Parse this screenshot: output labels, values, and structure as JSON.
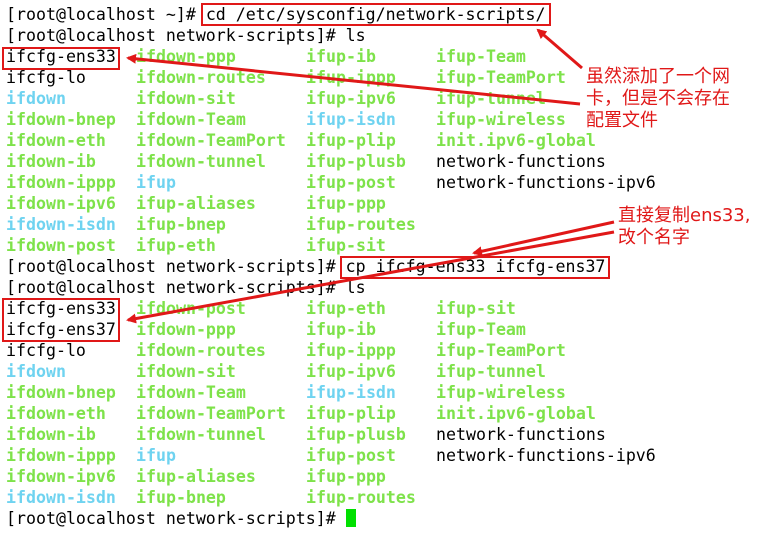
{
  "terminal": {
    "prompt_home": "[root@localhost ~]# ",
    "cmd1": "cd /etc/sysconfig/network-scripts/",
    "prompt_ns": "[root@localhost network-scripts]# ",
    "cmd_ls": "ls",
    "cmd2": "cp ifcfg-ens33 ifcfg-ens37",
    "listing1": [
      [
        {
          "t": "ifcfg-ens33",
          "c": "plain"
        },
        {
          "t": "ifdown-ppp",
          "c": "green"
        },
        {
          "t": "ifup-ib",
          "c": "green"
        },
        {
          "t": "ifup-Team",
          "c": "green"
        }
      ],
      [
        {
          "t": "ifcfg-lo",
          "c": "plain"
        },
        {
          "t": "ifdown-routes",
          "c": "green"
        },
        {
          "t": "ifup-ippp",
          "c": "green"
        },
        {
          "t": "ifup-TeamPort",
          "c": "green"
        }
      ],
      [
        {
          "t": "ifdown",
          "c": "cyan"
        },
        {
          "t": "ifdown-sit",
          "c": "green"
        },
        {
          "t": "ifup-ipv6",
          "c": "green"
        },
        {
          "t": "ifup-tunnel",
          "c": "green"
        }
      ],
      [
        {
          "t": "ifdown-bnep",
          "c": "green"
        },
        {
          "t": "ifdown-Team",
          "c": "green"
        },
        {
          "t": "ifup-isdn",
          "c": "cyan"
        },
        {
          "t": "ifup-wireless",
          "c": "green"
        }
      ],
      [
        {
          "t": "ifdown-eth",
          "c": "green"
        },
        {
          "t": "ifdown-TeamPort",
          "c": "green"
        },
        {
          "t": "ifup-plip",
          "c": "green"
        },
        {
          "t": "init.ipv6-global",
          "c": "green"
        }
      ],
      [
        {
          "t": "ifdown-ib",
          "c": "green"
        },
        {
          "t": "ifdown-tunnel",
          "c": "green"
        },
        {
          "t": "ifup-plusb",
          "c": "green"
        },
        {
          "t": "network-functions",
          "c": "plain"
        }
      ],
      [
        {
          "t": "ifdown-ippp",
          "c": "green"
        },
        {
          "t": "ifup",
          "c": "cyan"
        },
        {
          "t": "ifup-post",
          "c": "green"
        },
        {
          "t": "network-functions-ipv6",
          "c": "plain"
        }
      ],
      [
        {
          "t": "ifdown-ipv6",
          "c": "green"
        },
        {
          "t": "ifup-aliases",
          "c": "green"
        },
        {
          "t": "ifup-ppp",
          "c": "green"
        },
        {
          "t": "",
          "c": "plain"
        }
      ],
      [
        {
          "t": "ifdown-isdn",
          "c": "cyan"
        },
        {
          "t": "ifup-bnep",
          "c": "green"
        },
        {
          "t": "ifup-routes",
          "c": "green"
        },
        {
          "t": "",
          "c": "plain"
        }
      ],
      [
        {
          "t": "ifdown-post",
          "c": "green"
        },
        {
          "t": "ifup-eth",
          "c": "green"
        },
        {
          "t": "ifup-sit",
          "c": "green"
        },
        {
          "t": "",
          "c": "plain"
        }
      ]
    ],
    "listing2": [
      [
        {
          "t": "ifcfg-ens33",
          "c": "plain"
        },
        {
          "t": "ifdown-post",
          "c": "green"
        },
        {
          "t": "ifup-eth",
          "c": "green"
        },
        {
          "t": "ifup-sit",
          "c": "green"
        }
      ],
      [
        {
          "t": "ifcfg-ens37",
          "c": "plain"
        },
        {
          "t": "ifdown-ppp",
          "c": "green"
        },
        {
          "t": "ifup-ib",
          "c": "green"
        },
        {
          "t": "ifup-Team",
          "c": "green"
        }
      ],
      [
        {
          "t": "ifcfg-lo",
          "c": "plain"
        },
        {
          "t": "ifdown-routes",
          "c": "green"
        },
        {
          "t": "ifup-ippp",
          "c": "green"
        },
        {
          "t": "ifup-TeamPort",
          "c": "green"
        }
      ],
      [
        {
          "t": "ifdown",
          "c": "cyan"
        },
        {
          "t": "ifdown-sit",
          "c": "green"
        },
        {
          "t": "ifup-ipv6",
          "c": "green"
        },
        {
          "t": "ifup-tunnel",
          "c": "green"
        }
      ],
      [
        {
          "t": "ifdown-bnep",
          "c": "green"
        },
        {
          "t": "ifdown-Team",
          "c": "green"
        },
        {
          "t": "ifup-isdn",
          "c": "cyan"
        },
        {
          "t": "ifup-wireless",
          "c": "green"
        }
      ],
      [
        {
          "t": "ifdown-eth",
          "c": "green"
        },
        {
          "t": "ifdown-TeamPort",
          "c": "green"
        },
        {
          "t": "ifup-plip",
          "c": "green"
        },
        {
          "t": "init.ipv6-global",
          "c": "green"
        }
      ],
      [
        {
          "t": "ifdown-ib",
          "c": "green"
        },
        {
          "t": "ifdown-tunnel",
          "c": "green"
        },
        {
          "t": "ifup-plusb",
          "c": "green"
        },
        {
          "t": "network-functions",
          "c": "plain"
        }
      ],
      [
        {
          "t": "ifdown-ippp",
          "c": "green"
        },
        {
          "t": "ifup",
          "c": "cyan"
        },
        {
          "t": "ifup-post",
          "c": "green"
        },
        {
          "t": "network-functions-ipv6",
          "c": "plain"
        }
      ],
      [
        {
          "t": "ifdown-ipv6",
          "c": "green"
        },
        {
          "t": "ifup-aliases",
          "c": "green"
        },
        {
          "t": "ifup-ppp",
          "c": "green"
        },
        {
          "t": "",
          "c": "plain"
        }
      ],
      [
        {
          "t": "ifdown-isdn",
          "c": "cyan"
        },
        {
          "t": "ifup-bnep",
          "c": "green"
        },
        {
          "t": "ifup-routes",
          "c": "green"
        },
        {
          "t": "",
          "c": "plain"
        }
      ]
    ]
  },
  "annotations": {
    "note1": [
      "虽然添加了一个网",
      "卡，但是不会存在",
      "配置文件"
    ],
    "note2": [
      "直接复制ens33,",
      "改个名字"
    ]
  },
  "colors": {
    "executable": "#7ee24a",
    "symlink": "#6fd3f0",
    "highlight": "#e01818",
    "cursor": "#00e000"
  },
  "icons": {
    "cursor": "block-cursor",
    "arrow": "red-arrow"
  }
}
